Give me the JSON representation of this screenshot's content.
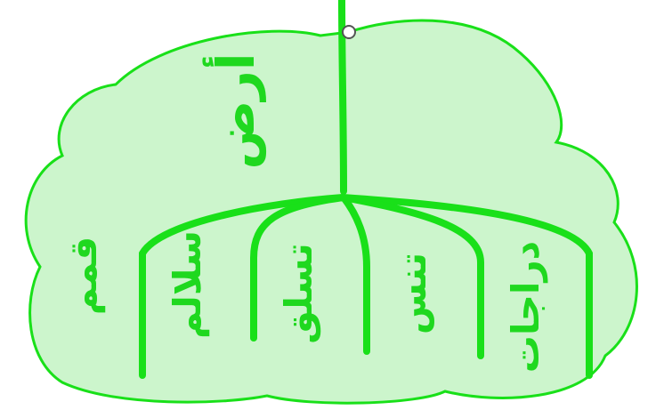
{
  "diagram": {
    "root_word": "أرض",
    "branch_words": [
      "قمم",
      "سلالم",
      "تسلق",
      "تنس",
      "دراجات"
    ],
    "colors": {
      "leaf_fill": "#ccf5cc",
      "leaf_stroke": "#19e019",
      "branch": "#19e019",
      "text": "#1fd81f",
      "knot_fill": "#ffffff",
      "knot_stroke": "#555555"
    }
  }
}
